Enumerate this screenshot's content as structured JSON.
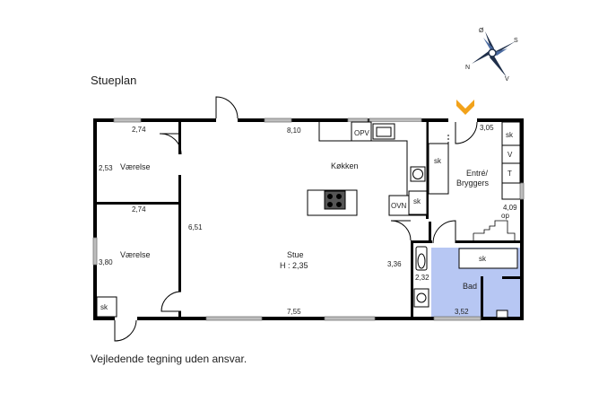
{
  "plan": {
    "title": "Stueplan",
    "disclaimer": "Vejledende tegning uden ansvar.",
    "colors": {
      "wall": "#000000",
      "bathroom": "#b7c7f3",
      "window": "#9a9a9a",
      "entrance_marker": "#f2a21a"
    },
    "compass": {
      "n": "N",
      "s": "S",
      "v": "V",
      "o": "Ø"
    },
    "rooms": {
      "room1": "Værelse",
      "room2": "Værelse",
      "kitchen": "Køkken",
      "living": "Stue",
      "living_height": "H : 2,35",
      "entry_line1": "Entré/",
      "entry_line2": "Bryggers",
      "bath": "Bad"
    },
    "fixtures": {
      "opv": "OPV",
      "ovn": "OVN",
      "sk_kitchen": "sk",
      "sk_entry_left": "sk",
      "sk_entry_right": "sk",
      "v": "V",
      "t": "T",
      "sk_bath": "sk",
      "sk_room2": "sk",
      "op": "op"
    },
    "dimensions": {
      "room1_width": "2,74",
      "room1_height": "2,53",
      "room2_width": "2,74",
      "room2_height": "3,80",
      "hall_height": "6,51",
      "top_width": "8,10",
      "bottom_width": "7,55",
      "entry_width": "3,05",
      "entry_height": "4,09",
      "living_right": "3,36",
      "bath_height": "2,32",
      "bath_width": "3,52"
    }
  }
}
